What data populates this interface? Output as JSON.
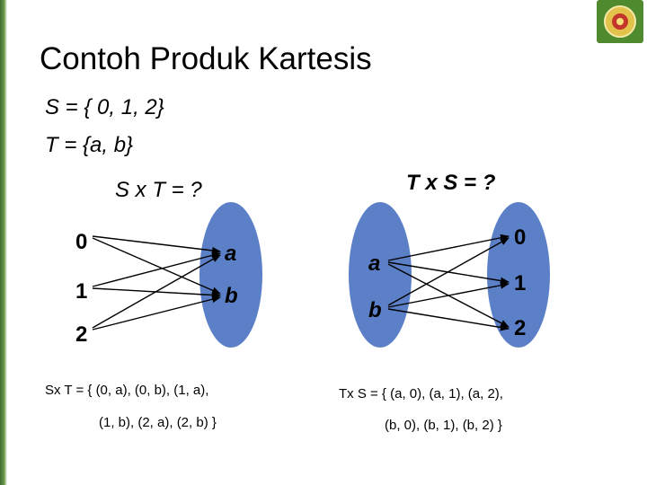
{
  "slide": {
    "title": "Contoh Produk Kartesis",
    "set_s": "S = { 0, 1, 2}",
    "set_t": "T = {a, b}",
    "question_sxt": "S x T  = ?",
    "question_txs": "T  x S = ?"
  },
  "diagram_left": {
    "domain": [
      "0",
      "1",
      "2"
    ],
    "codomain": [
      "a",
      "b"
    ]
  },
  "diagram_right": {
    "domain": [
      "a",
      "b"
    ],
    "codomain": [
      "0",
      "1",
      "2"
    ]
  },
  "results": {
    "sxt_line1": "Sx T = { (0, a), (0, b), (1, a),",
    "sxt_line2": "(1, b), (2, a), (2, b) }",
    "txs_line1": "Tx S = { (a, 0), (a, 1), (a, 2),",
    "txs_line2": "(b, 0),  (b, 1), (b, 2) }"
  },
  "colors": {
    "ellipse": "#5b80c8",
    "accent_bar": "#3d6b2f",
    "logo": "#4f8a2f"
  }
}
